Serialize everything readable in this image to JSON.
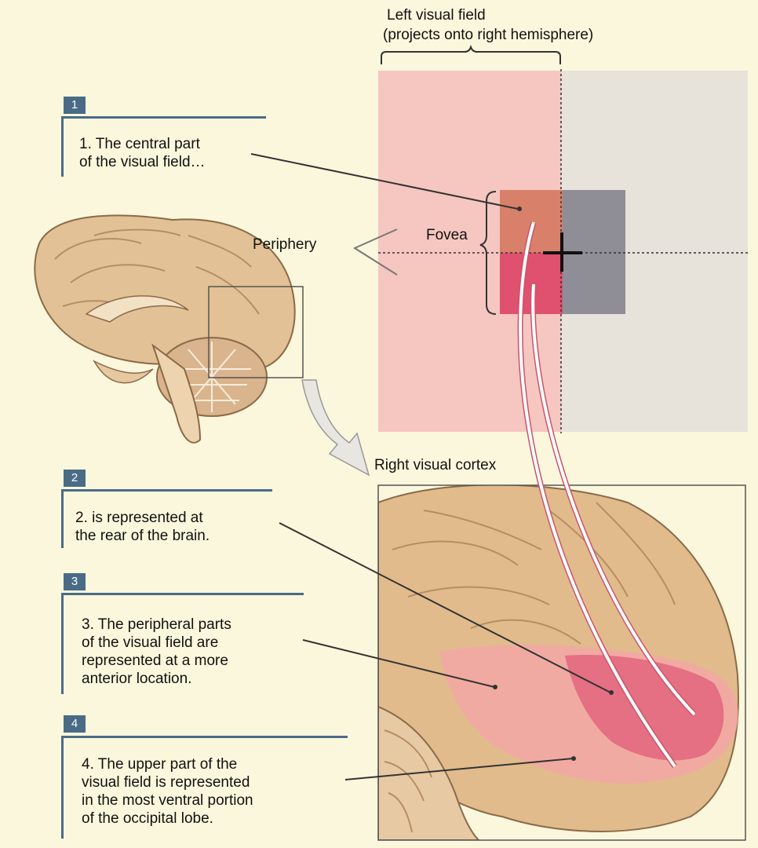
{
  "header": {
    "line1": "Left visual field",
    "line2": "(projects onto right hemisphere)"
  },
  "labels": {
    "fovea": "Fovea",
    "periphery": "Periphery",
    "cortex_title": "Right visual cortex"
  },
  "callouts": [
    {
      "number": "1",
      "text": "1. The central part\nof the visual field…"
    },
    {
      "number": "2",
      "text": "2. is represented at\nthe rear of the brain."
    },
    {
      "number": "3",
      "text": "3. The peripheral parts\nof the visual field are\nrepresented at a more\nanterior location."
    },
    {
      "number": "4",
      "text": "4. The upper part of the\nvisual field is represented\nin the most ventral portion\nof the occipital lobe."
    }
  ],
  "colors": {
    "background": "#fbf7dc",
    "left_field": "#f6c6c0",
    "right_field": "#e7e2da",
    "fovea_upper": "#d9806a",
    "fovea_lower": "#e0506f",
    "fovea_right": "#8f8d96",
    "badge": "#4a6b86",
    "brain": "#e3c196"
  }
}
